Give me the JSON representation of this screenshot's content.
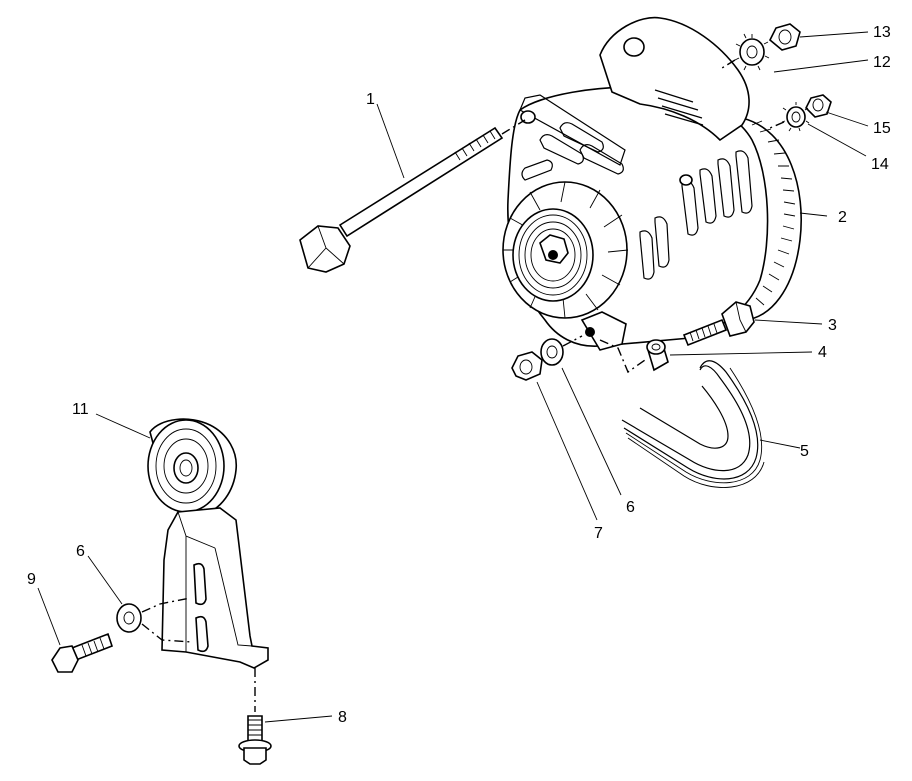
{
  "diagram": {
    "callouts": {
      "c1": "1",
      "c2": "2",
      "c3": "3",
      "c4": "4",
      "c5": "5",
      "c6a": "6",
      "c6b": "6",
      "c7": "7",
      "c8": "8",
      "c9": "9",
      "c11": "11",
      "c12": "12",
      "c13": "13",
      "c14": "14",
      "c15": "15"
    }
  }
}
